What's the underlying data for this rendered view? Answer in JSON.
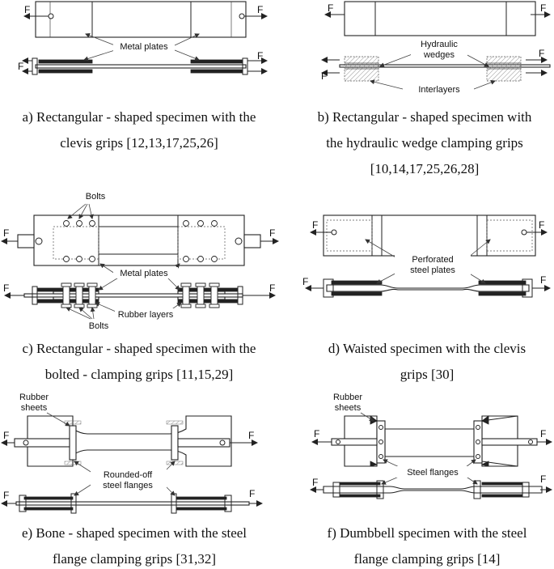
{
  "force_label": "F",
  "panels": {
    "a": {
      "label_metal_plates": "Metal plates",
      "caption_line1": "a) Rectangular - shaped specimen with the",
      "caption_line2": "clevis grips [12,13,17,25,26]"
    },
    "b": {
      "label_hydraulic_1": "Hydraulic",
      "label_hydraulic_2": "wedges",
      "label_interlayers": "Interlayers",
      "caption_line1": "b) Rectangular - shaped specimen with",
      "caption_line2": "the hydraulic wedge clamping grips",
      "caption_line3": "[10,14,17,25,26,28]"
    },
    "c": {
      "label_bolts_top": "Bolts",
      "label_metal_plates": "Metal plates",
      "label_rubber_layers": "Rubber layers",
      "label_bolts_bottom": "Bolts",
      "caption_line1": "c) Rectangular - shaped specimen with the",
      "caption_line2": "bolted - clamping grips [11,15,29]"
    },
    "d": {
      "label_perforated_1": "Perforated",
      "label_perforated_2": "steel plates",
      "caption_line1": "d) Waisted specimen with the clevis",
      "caption_line2": "grips [30]"
    },
    "e": {
      "label_rubber_1": "Rubber",
      "label_rubber_2": "sheets",
      "label_rounded_1": "Rounded-off",
      "label_rounded_2": "steel flanges",
      "caption_line1": "e) Bone - shaped specimen with the steel",
      "caption_line2": "flange clamping grips [31,32]"
    },
    "f": {
      "label_rubber_1": "Rubber",
      "label_rubber_2": "sheets",
      "label_steel_flanges": "Steel flanges",
      "caption_line1": "f) Dumbbell specimen with the steel",
      "caption_line2": "flange clamping grips [14]"
    }
  }
}
